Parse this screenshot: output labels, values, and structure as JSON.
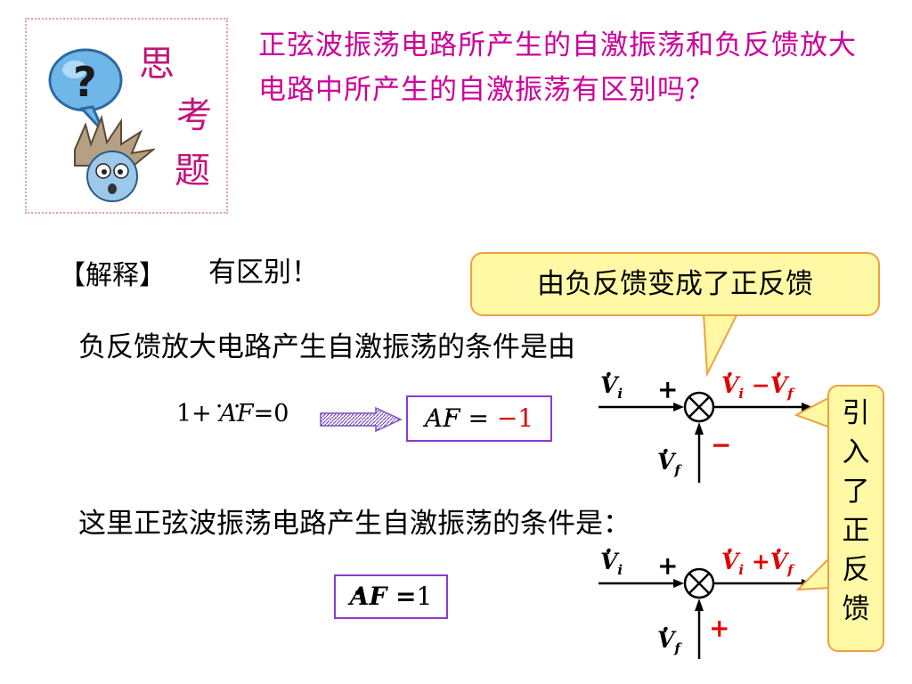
{
  "think": {
    "chars": [
      "思",
      "考",
      "题"
    ]
  },
  "question": "正弦波振荡电路所产生的自激振荡和负反馈放大电路中所产生的自激振荡有区别吗？",
  "explain": {
    "label": "【解释】",
    "answer": "有区别！"
  },
  "callout": "由负反馈变成了正反馈",
  "neg_condition": "负反馈放大电路产生自激振荡的条件是由",
  "eq_left": {
    "one": "1+",
    "af": "AF",
    "rhs": "=0"
  },
  "eq_neg": {
    "af": "AF",
    "eq": " = ",
    "val": "−1"
  },
  "osc_condition": "这里正弦波振荡电路产生自激振荡的条件是：",
  "eq_pos": {
    "af": "AF",
    "eq": " =",
    "val": "1"
  },
  "diagram_neg": {
    "input_var": "V",
    "input_sub": "i",
    "plus": "+",
    "output_text": "V",
    "output_sub1": "i",
    "output_op": " −V",
    "output_sub2": "f",
    "feedback_var": "V",
    "feedback_sub": "f",
    "feedback_sign": "−"
  },
  "diagram_pos": {
    "input_var": "V",
    "input_sub": "i",
    "plus": "+",
    "output_text": "V",
    "output_sub1": "i",
    "output_op": " +V",
    "output_sub2": "f",
    "feedback_var": "V",
    "feedback_sub": "f",
    "feedback_sign": "+"
  },
  "vertical_note": [
    "引",
    "入",
    "了",
    "正",
    "反",
    "馈"
  ],
  "colors": {
    "question": "#cc0099",
    "think_text": "#c4127a",
    "callout_bg": "#fff9a6",
    "callout_border": "#f0a040",
    "box_border": "#8a3ad6",
    "accent_red": "#e00000"
  }
}
